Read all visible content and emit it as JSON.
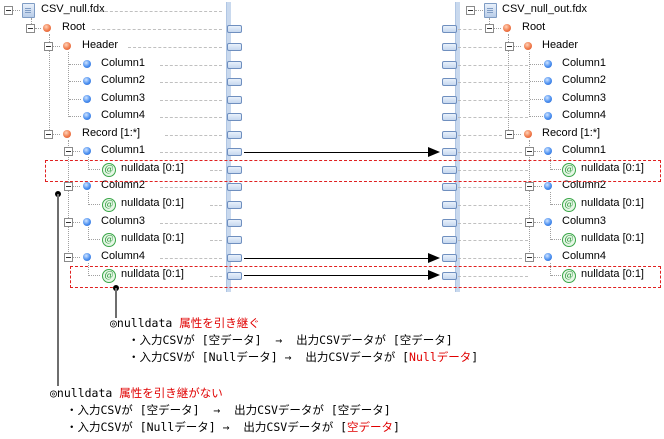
{
  "left_tree": {
    "file": "CSV_null.fdx",
    "root": "Root",
    "header": "Header",
    "header_columns": [
      "Column1",
      "Column2",
      "Column3",
      "Column4"
    ],
    "record": "Record [1:*]",
    "record_columns": [
      "Column1",
      "Column2",
      "Column3",
      "Column4"
    ],
    "attribute": "nulldata [0:1]"
  },
  "right_tree": {
    "file": "CSV_null_out.fdx",
    "root": "Root",
    "header": "Header",
    "header_columns": [
      "Column1",
      "Column2",
      "Column3",
      "Column4"
    ],
    "record": "Record [1:*]",
    "record_columns": [
      "Column1",
      "Column2",
      "Column3",
      "Column4"
    ],
    "attribute": "nulldata [0:1]"
  },
  "mappings": [
    {
      "from": "Record/Column1",
      "to": "Record/Column1"
    },
    {
      "from": "Record/Column4",
      "to": "Record/Column4"
    },
    {
      "from": "Record/Column4/nulldata",
      "to": "Record/Column4/nulldata"
    }
  ],
  "notes": {
    "inherit": {
      "title_prefix": "◎nulldata ",
      "title_red": "属性を引き継ぐ",
      "line1": "・入力CSVが [空データ]  →  出力CSVデータが [空データ]",
      "line2_prefix": "・入力CSVが [Nullデータ] →  出力CSVデータが [",
      "line2_red": "Nullデータ",
      "line2_suffix": "]"
    },
    "no_inherit": {
      "title_prefix": "◎nulldata ",
      "title_red": "属性を引き継がない",
      "line1": "・入力CSVが [空データ]  →  出力CSVデータが [空データ]",
      "line2_prefix": "・入力CSVが [Nullデータ] →  出力CSVデータが [",
      "line2_red": "空データ",
      "line2_suffix": "]"
    }
  },
  "colors": {
    "highlight": "#e02020",
    "note_accent": "#e00000",
    "element_icon": "#f07a4a",
    "column_icon": "#4a8ff0",
    "attribute_icon": "#2c9a3a"
  }
}
